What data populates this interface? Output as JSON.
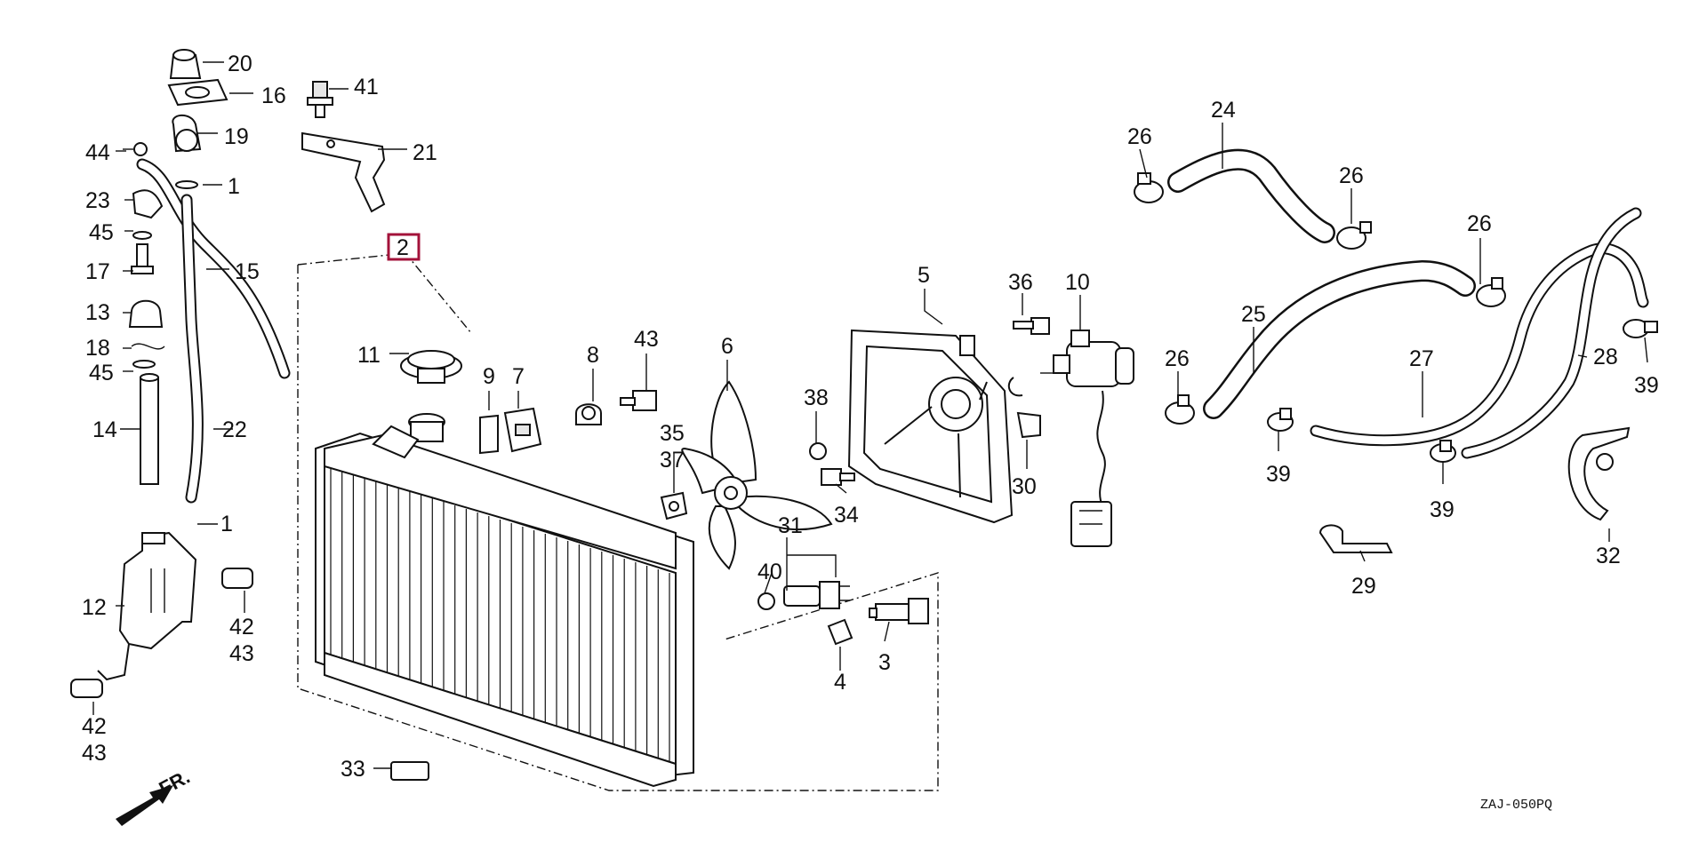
{
  "diagram": {
    "drawing_code": "ZAJ-050PQ",
    "direction_label": "FR.",
    "highlighted_callout": "2",
    "highlight_color": "#a3123a",
    "callouts": [
      "20",
      "16",
      "41",
      "19",
      "21",
      "44",
      "1",
      "23",
      "45",
      "17",
      "15",
      "13",
      "18",
      "45",
      "14",
      "22",
      "1",
      "12",
      "42",
      "43",
      "42",
      "43",
      "2",
      "11",
      "9",
      "7",
      "8",
      "43",
      "6",
      "35",
      "37",
      "38",
      "34",
      "31",
      "40",
      "4",
      "3",
      "33",
      "5",
      "36",
      "10",
      "30",
      "26",
      "24",
      "26",
      "25",
      "26",
      "26",
      "27",
      "28",
      "39",
      "39",
      "39",
      "29",
      "32"
    ]
  }
}
